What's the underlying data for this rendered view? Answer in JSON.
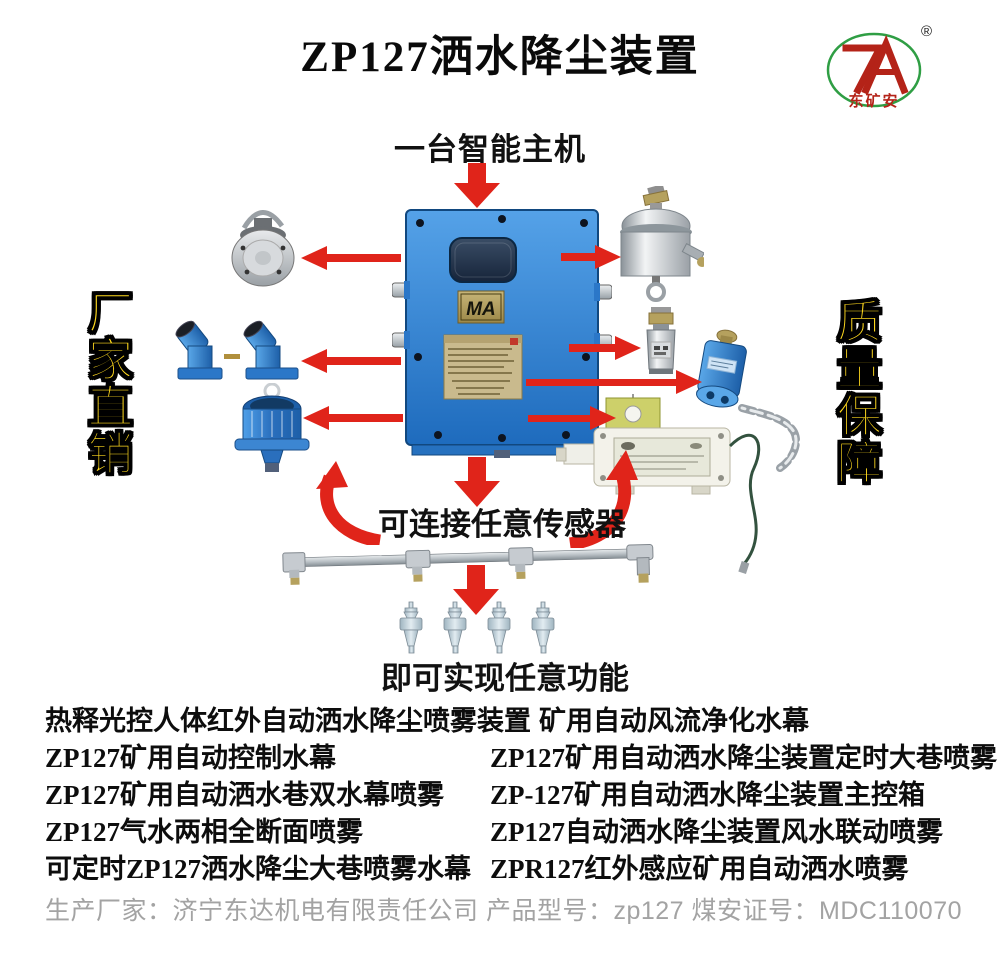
{
  "title": "ZP127洒水降尘装置",
  "logo": {
    "text": "东矿安",
    "registered": "®"
  },
  "labels": {
    "host": "一台智能主机",
    "connect": "可连接任意传感器",
    "result": "即可实现任意功能",
    "left_banner": "厂家直销",
    "right_banner": "质量保障",
    "ma": "MA"
  },
  "product_list": [
    {
      "left": "热释光控人体红外自动洒水降尘喷雾装置",
      "right": "矿用自动风流净化水幕"
    },
    {
      "left": "ZP127矿用自动控制水幕",
      "right": "ZP127矿用自动洒水降尘装置定时大巷喷雾"
    },
    {
      "left": "ZP127矿用自动洒水巷双水幕喷雾",
      "right": "ZP-127矿用自动洒水降尘装置主控箱"
    },
    {
      "left": "ZP127气水两相全断面喷雾",
      "right": "ZP127自动洒水降尘装置风水联动喷雾"
    },
    {
      "left": "可定时ZP127洒水降尘大巷喷雾水幕",
      "right": "ZPR127红外感应矿用自动洒水喷雾"
    }
  ],
  "footer": "生产厂家：济宁东达机电有限责任公司  产品型号：zp127 煤安证号：MDC110070",
  "colors": {
    "accent_red": "#e0241a",
    "banner_yellow": "#ffd91e",
    "device_blue": "#2a7fd4",
    "logo_green": "#2f9e44",
    "logo_red": "#b42318",
    "footer_gray": "#a3a3a3"
  }
}
